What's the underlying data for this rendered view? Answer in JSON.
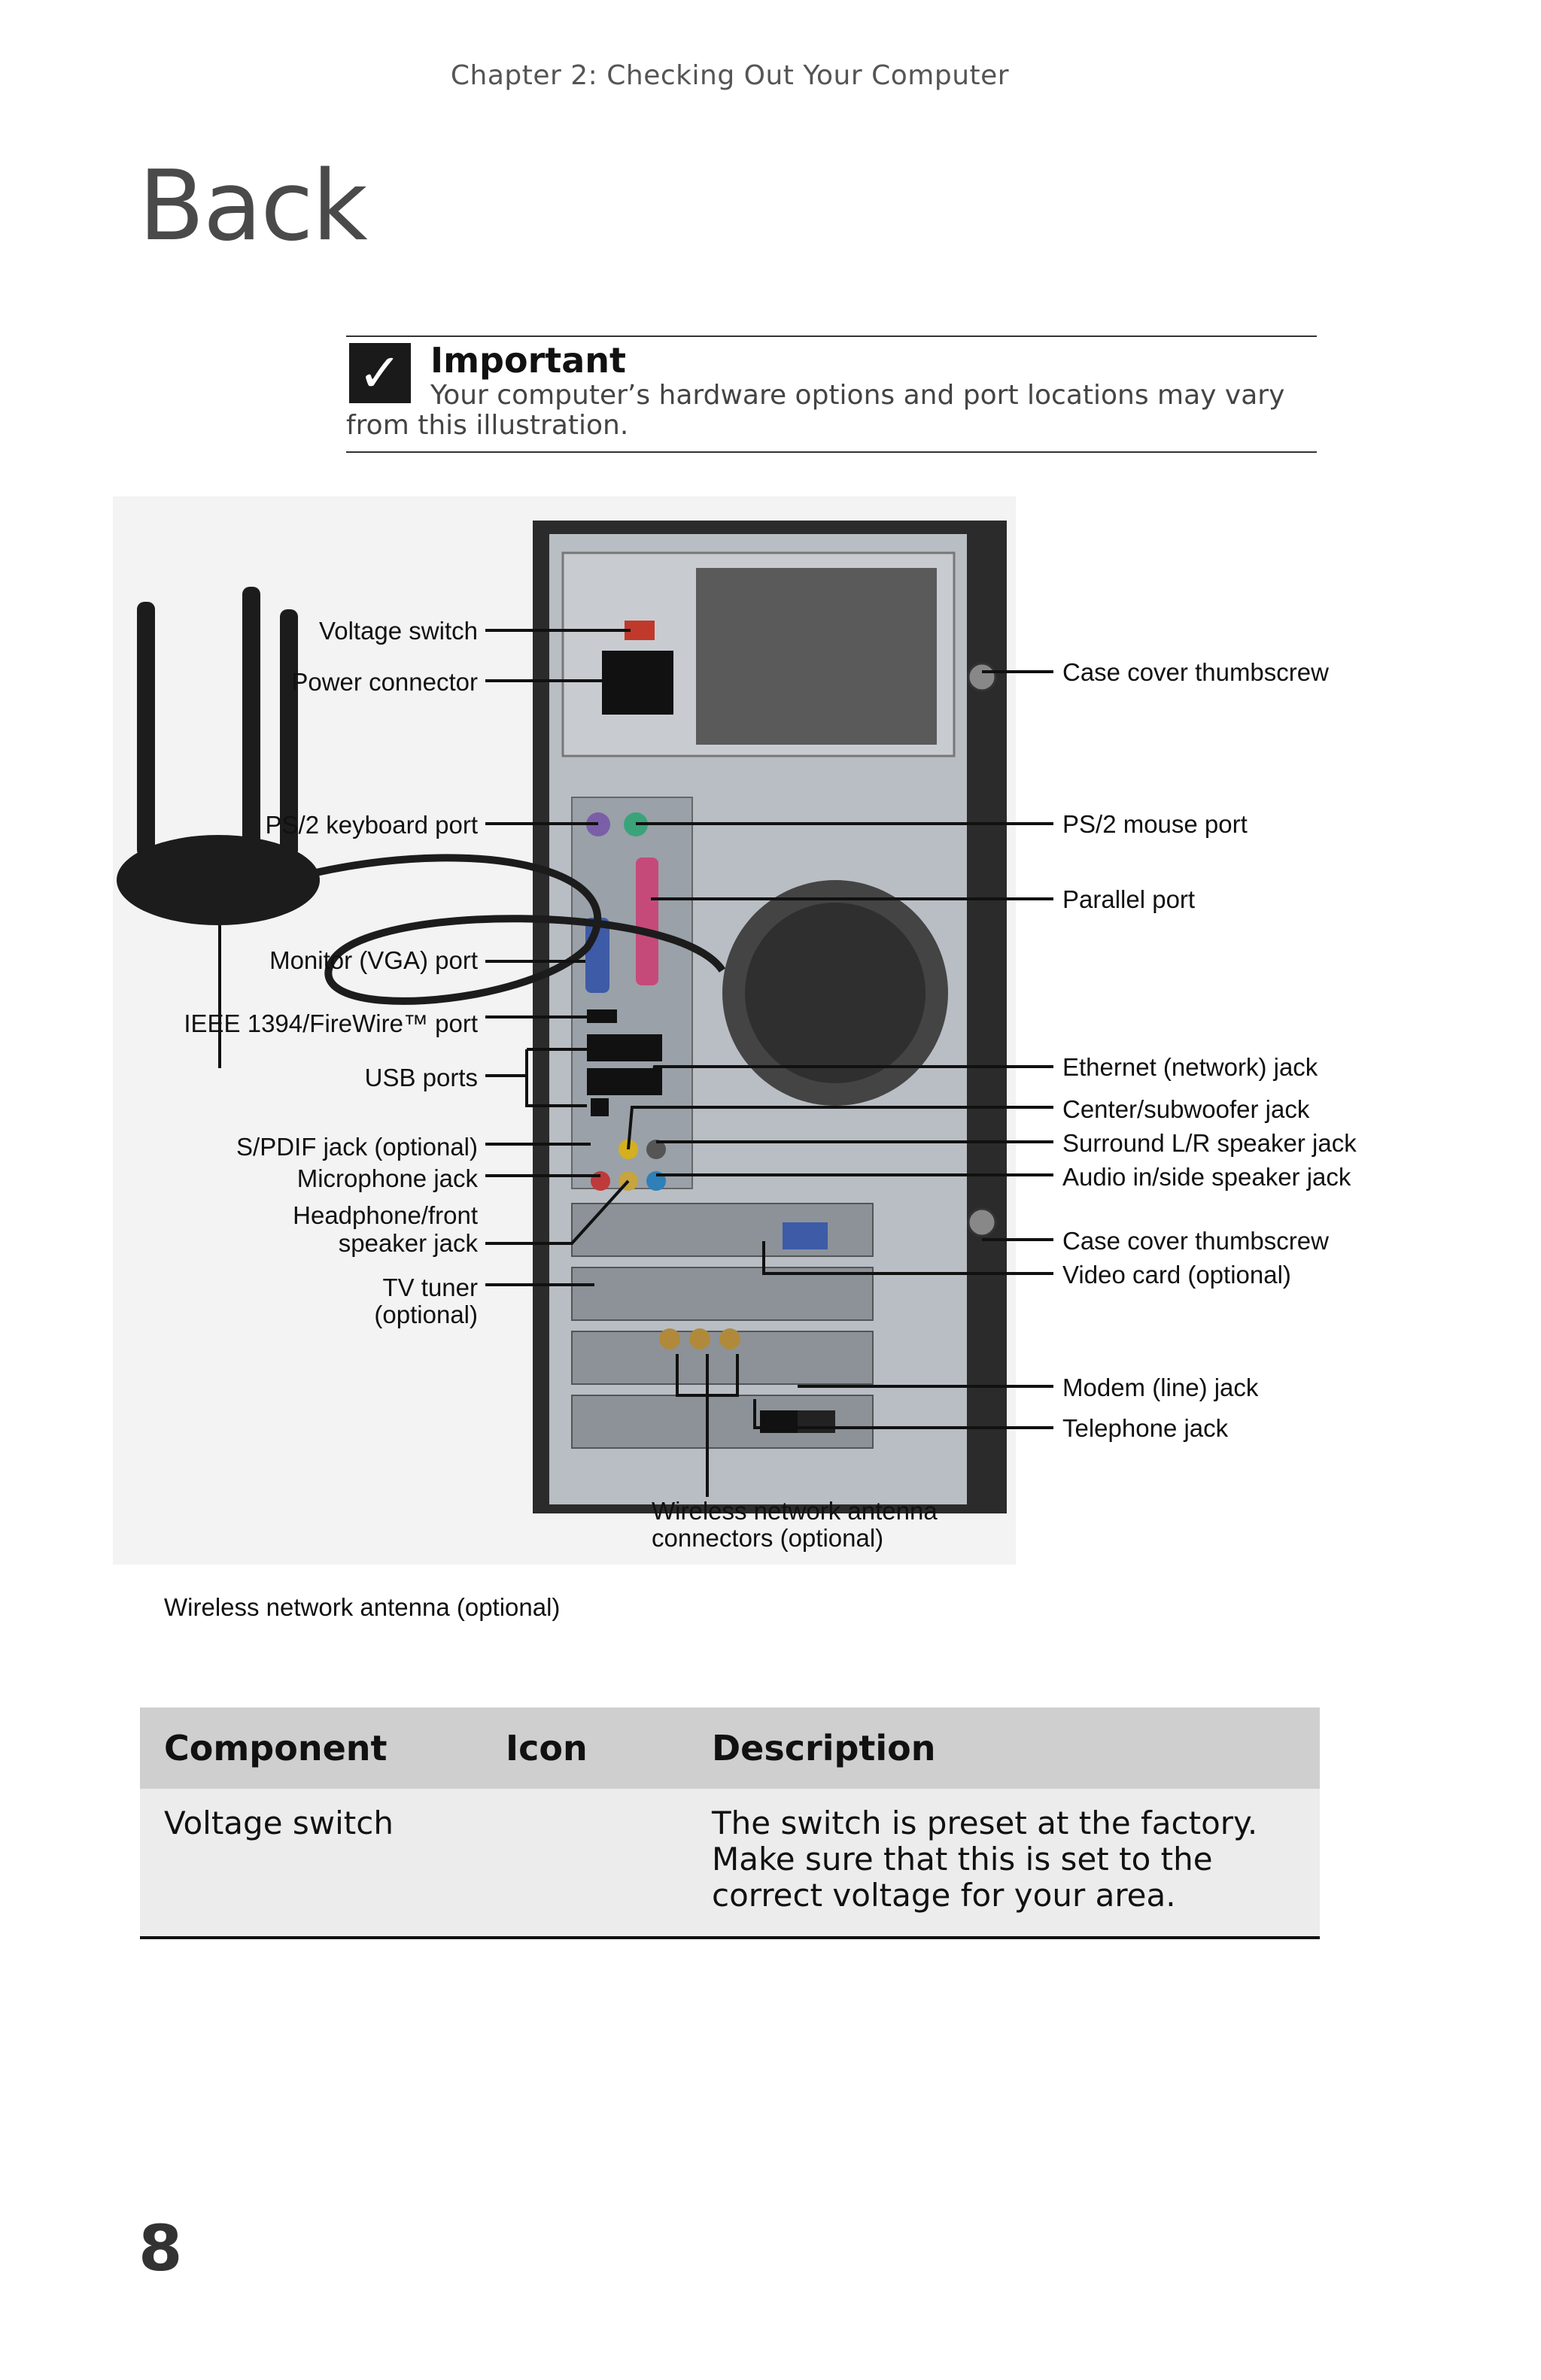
{
  "header": {
    "chapter": "Chapter 2: Checking Out Your Computer"
  },
  "page": {
    "title": "Back",
    "number": "8"
  },
  "note": {
    "icon": "checkmark-icon",
    "title": "Important",
    "body": "Your computer’s hardware options and port locations may vary from this illustration."
  },
  "figure": {
    "left_labels": {
      "voltage_switch": "Voltage switch",
      "power_connector": "Power connector",
      "ps2_keyboard": "PS/2 keyboard port",
      "monitor_vga": "Monitor (VGA) port",
      "firewire": "IEEE 1394/FireWire™ port",
      "usb": "USB ports",
      "spdif": "S/PDIF jack (optional)",
      "microphone": "Microphone jack",
      "headphone_1": "Headphone/front",
      "headphone_2": "speaker jack",
      "tv_tuner_1": "TV tuner",
      "tv_tuner_2": "(optional)",
      "antenna": "Wireless network antenna (optional)"
    },
    "right_labels": {
      "case_thumbscrew_top": "Case cover thumbscrew",
      "ps2_mouse": "PS/2 mouse port",
      "parallel": "Parallel port",
      "ethernet": "Ethernet (network) jack",
      "center_sub": "Center/subwoofer jack",
      "surround": "Surround L/R speaker jack",
      "audio_in": "Audio in/side speaker jack",
      "case_thumbscrew_bottom": "Case cover thumbscrew",
      "video_card": "Video card (optional)",
      "modem": "Modem (line) jack",
      "telephone": "Telephone jack"
    },
    "bottom_labels": {
      "antenna_conn_1": "Wireless network antenna",
      "antenna_conn_2": "connectors (optional)"
    }
  },
  "table": {
    "headers": {
      "component": "Component",
      "icon": "Icon",
      "description": "Description"
    },
    "rows": [
      {
        "component": "Voltage switch",
        "icon": "",
        "description": "The switch is preset at the factory. Make sure that this is set to the correct voltage for your area."
      }
    ]
  }
}
